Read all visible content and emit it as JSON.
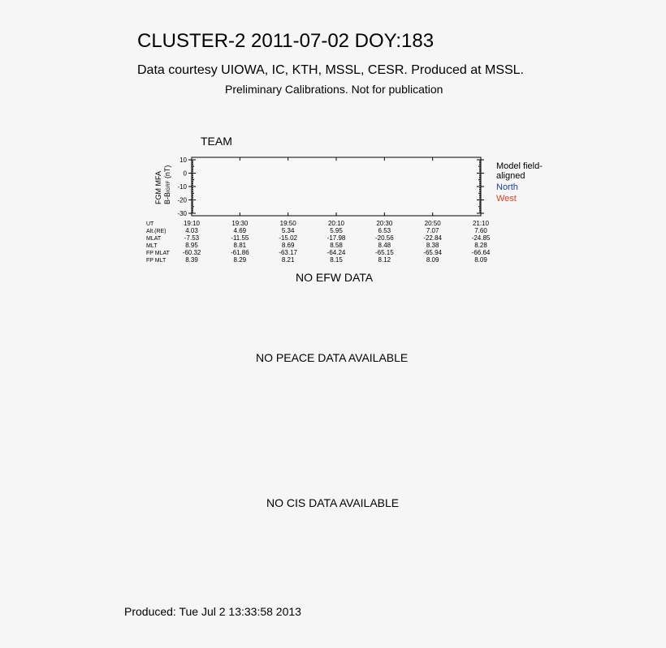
{
  "header": {
    "title": "CLUSTER-2 2011-07-02 DOY:183",
    "courtesy": "Data courtesy UIOWA, IC, KTH, MSSL, CESR. Produced at MSSL.",
    "note": "Preliminary Calibrations. Not for publication"
  },
  "chart_data": {
    "type": "line",
    "title": "TEAM",
    "ylabel_line1": "FGM MFA",
    "ylabel_line2": "B-B",
    "ylabel_sub": "IGRF",
    "ylabel_unit": "(nT)",
    "ylim": [
      -30,
      10
    ],
    "yticks": [
      "10",
      "0",
      "-10",
      "-20",
      "-30"
    ],
    "yticks_values": [
      10,
      0,
      -10,
      -20,
      -30
    ],
    "series": [],
    "legend": {
      "placement": "right",
      "entries": [
        {
          "label": "Model field-",
          "color": "#000000"
        },
        {
          "label": "aligned",
          "color": "#000000"
        },
        {
          "label": "North",
          "color": "#1a3fa0"
        },
        {
          "label": "West",
          "color": "#e04020"
        }
      ]
    },
    "ephemeris": {
      "row_labels": [
        "UT",
        "Alt.(RE)",
        "MLAT",
        "MLT",
        "FP MLAT",
        "FP MLT"
      ],
      "columns": [
        [
          "19:10",
          "4.03",
          "-7.53",
          "8.95",
          "-60.32",
          "8.39"
        ],
        [
          "19:30",
          "4.69",
          "-11.55",
          "8.81",
          "-61.86",
          "8.29"
        ],
        [
          "19:50",
          "5.34",
          "-15.02",
          "8.69",
          "-63.17",
          "8.21"
        ],
        [
          "20:10",
          "5.95",
          "-17.98",
          "8.58",
          "-64.24",
          "8.15"
        ],
        [
          "20:30",
          "6.53",
          "-20.56",
          "8.48",
          "-65.15",
          "8.12"
        ],
        [
          "20:50",
          "7.07",
          "-22.84",
          "8.38",
          "-65.94",
          "8.09"
        ],
        [
          "21:10",
          "7.60",
          "-24.85",
          "8.28",
          "-66.64",
          "8.09"
        ]
      ]
    }
  },
  "messages": {
    "efw": "NO EFW DATA",
    "peace": "NO PEACE DATA AVAILABLE",
    "cis": "NO CIS DATA AVAILABLE"
  },
  "footer": {
    "produced": "Produced: Tue Jul  2 13:33:58 2013"
  }
}
